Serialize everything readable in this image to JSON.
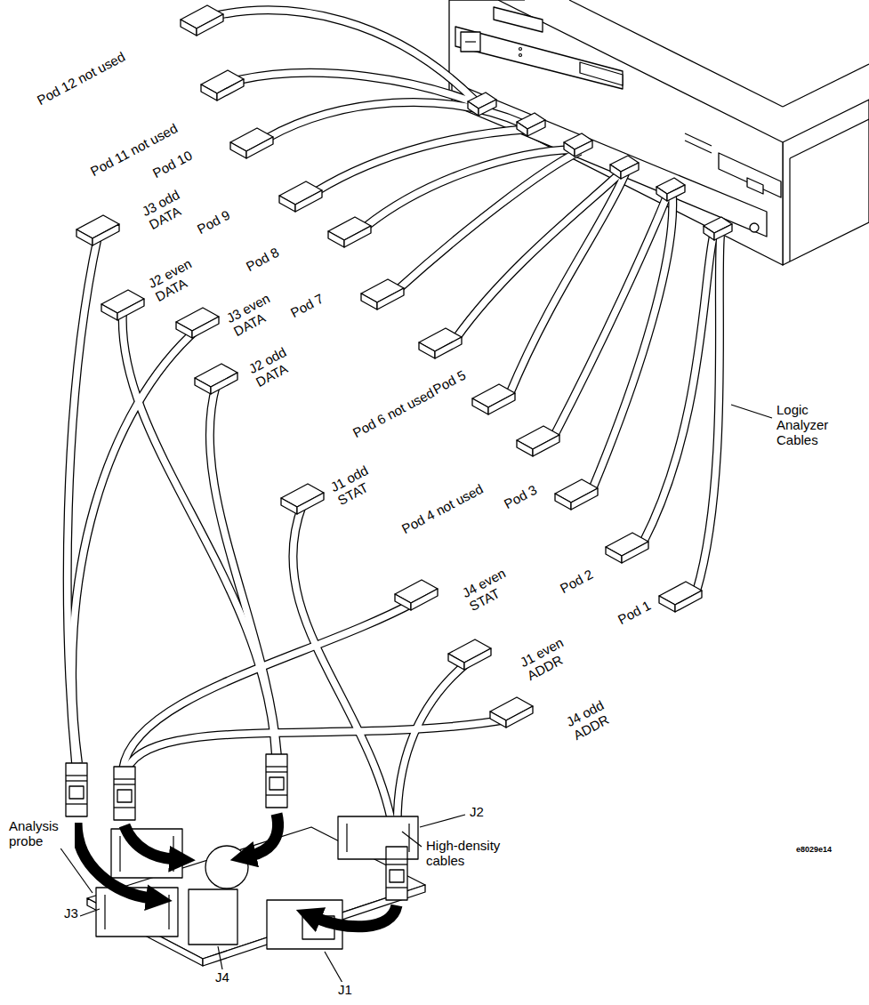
{
  "diagram": {
    "labels": [
      "Pod 12 not used",
      "Pod 11 not used",
      "Pod 10",
      "J3 odd DATA",
      "Pod 9",
      "J2 even DATA",
      "Pod 8",
      "J3 even DATA",
      "Pod 7",
      "J2 odd DATA",
      "Pod 6 not used",
      "Pod 5",
      "J1 odd STAT",
      "Pod 4 not used",
      "Pod 3",
      "J4 even STAT",
      "Pod 2",
      "J1 even ADDR",
      "Pod 1",
      "J4 odd ADDR",
      "Logic Analyzer Cables",
      "High-density cables",
      "Analysis probe",
      "J2",
      "J3",
      "J4",
      "J1",
      "e8029e14"
    ]
  }
}
